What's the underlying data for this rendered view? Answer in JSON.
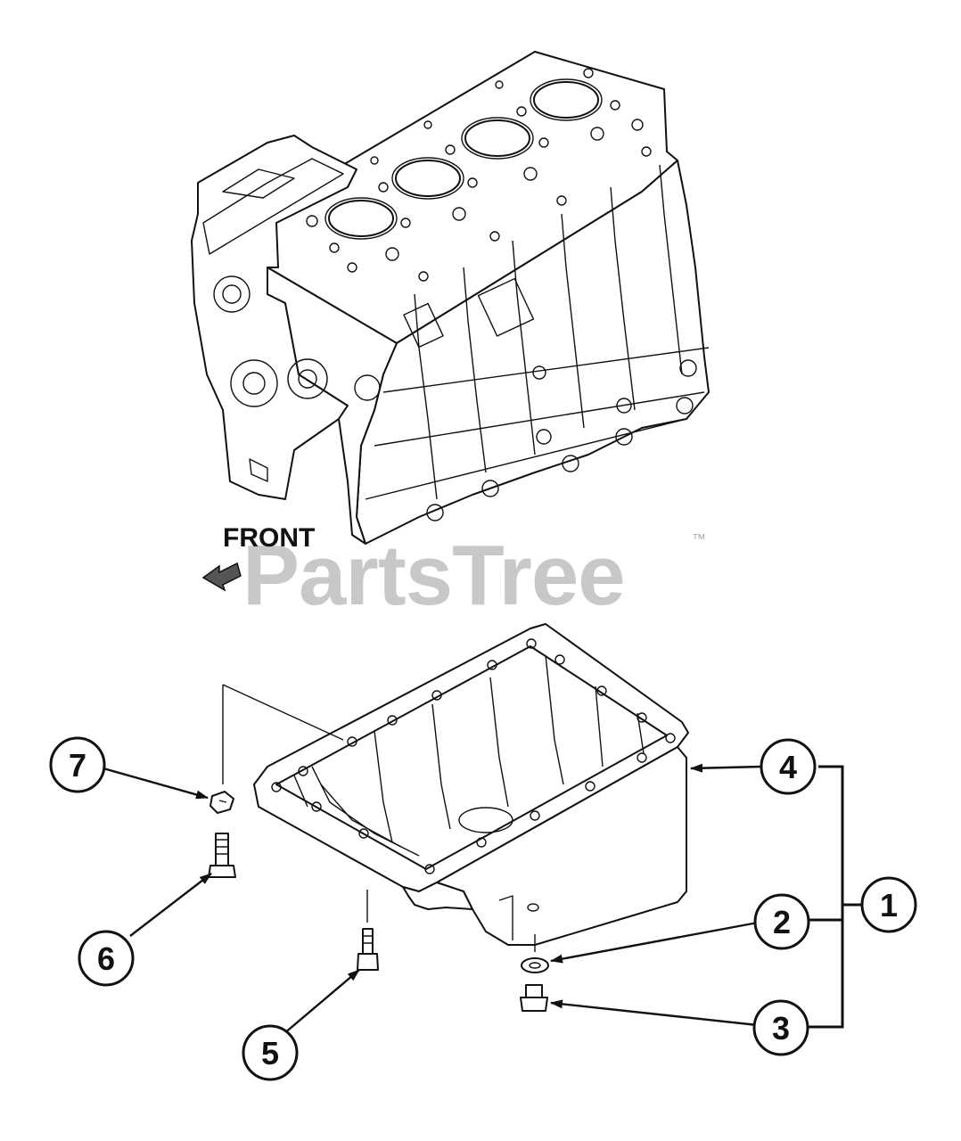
{
  "diagram": {
    "front_label": "FRONT",
    "watermark": {
      "text": "PartsTree",
      "trademark": "™",
      "color": "#c8c8c8"
    },
    "callouts": [
      "1",
      "2",
      "3",
      "4",
      "5",
      "6",
      "7"
    ]
  }
}
